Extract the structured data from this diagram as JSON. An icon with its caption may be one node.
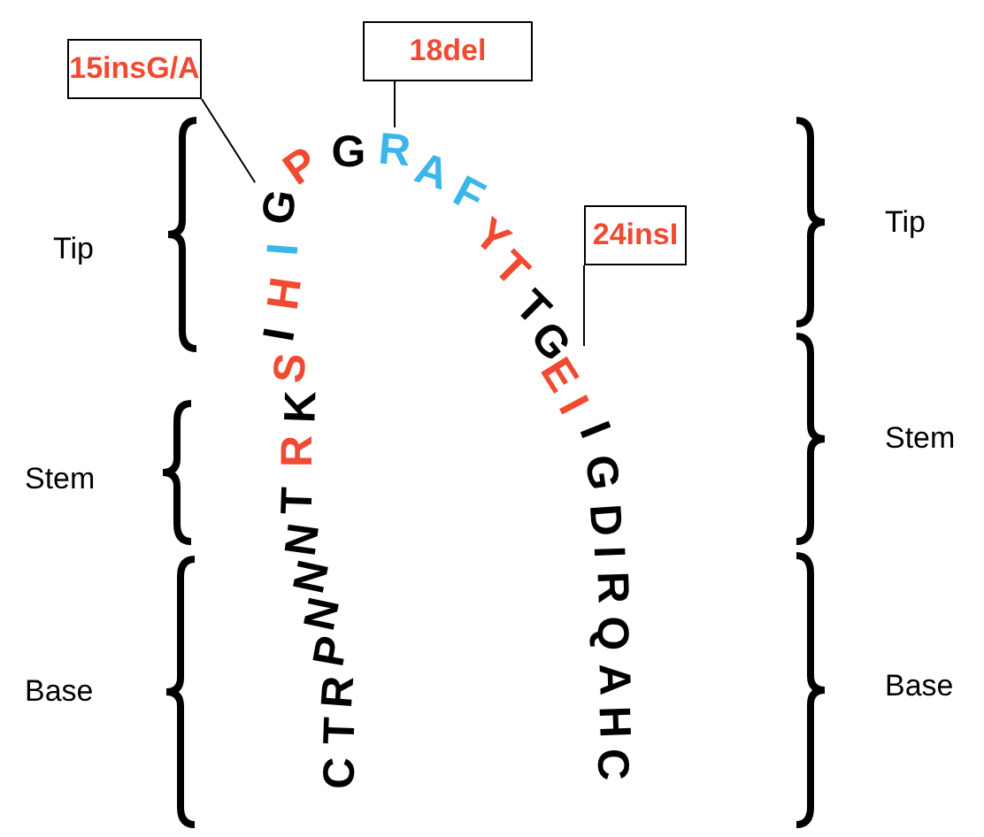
{
  "diagram": {
    "nodes": [
      {
        "text": [
          "15insG/A"
        ]
      },
      {
        "text": [
          "18del"
        ]
      },
      {
        "text": [
          "24insI"
        ]
      },
      {
        "text": [
          "C"
        ]
      },
      {
        "text": [
          "T"
        ]
      },
      {
        "text": [
          "R"
        ]
      },
      {
        "text": [
          "P"
        ]
      },
      {
        "text": [
          "N"
        ]
      },
      {
        "text": [
          "N"
        ]
      },
      {
        "text": [
          "N"
        ]
      },
      {
        "text": [
          "T"
        ]
      },
      {
        "text": [
          "R"
        ]
      },
      {
        "text": [
          "K"
        ]
      },
      {
        "text": [
          "S"
        ]
      },
      {
        "text": [
          "I"
        ]
      },
      {
        "text": [
          "H"
        ]
      },
      {
        "text": [
          "I"
        ]
      },
      {
        "text": [
          "G"
        ]
      },
      {
        "text": [
          "P"
        ]
      },
      {
        "text": [
          "G"
        ]
      },
      {
        "text": [
          "R"
        ]
      },
      {
        "text": [
          "A"
        ]
      },
      {
        "text": [
          "F"
        ]
      },
      {
        "text": [
          "Y"
        ]
      },
      {
        "text": [
          "T"
        ]
      },
      {
        "text": [
          "T"
        ]
      },
      {
        "text": [
          "G"
        ]
      },
      {
        "text": [
          "E"
        ]
      },
      {
        "text": [
          "I"
        ]
      },
      {
        "text": [
          "I"
        ]
      },
      {
        "text": [
          "G"
        ]
      },
      {
        "text": [
          "D"
        ]
      },
      {
        "text": [
          "I"
        ]
      },
      {
        "text": [
          "R"
        ]
      },
      {
        "text": [
          "Q"
        ]
      },
      {
        "text": [
          "A"
        ]
      },
      {
        "text": [
          "H"
        ]
      },
      {
        "text": [
          "C"
        ]
      }
    ],
    "edges": [
      {
        "from": 0,
        "to": 17,
        "arrow": "none"
      },
      {
        "from": 1,
        "to": 20,
        "arrow": "none"
      },
      {
        "from": 2,
        "to": 27,
        "arrow": "none"
      }
    ],
    "labels": [
      "Tip",
      "Tip",
      "Stem",
      "Stem",
      "Base",
      "Base"
    ]
  }
}
